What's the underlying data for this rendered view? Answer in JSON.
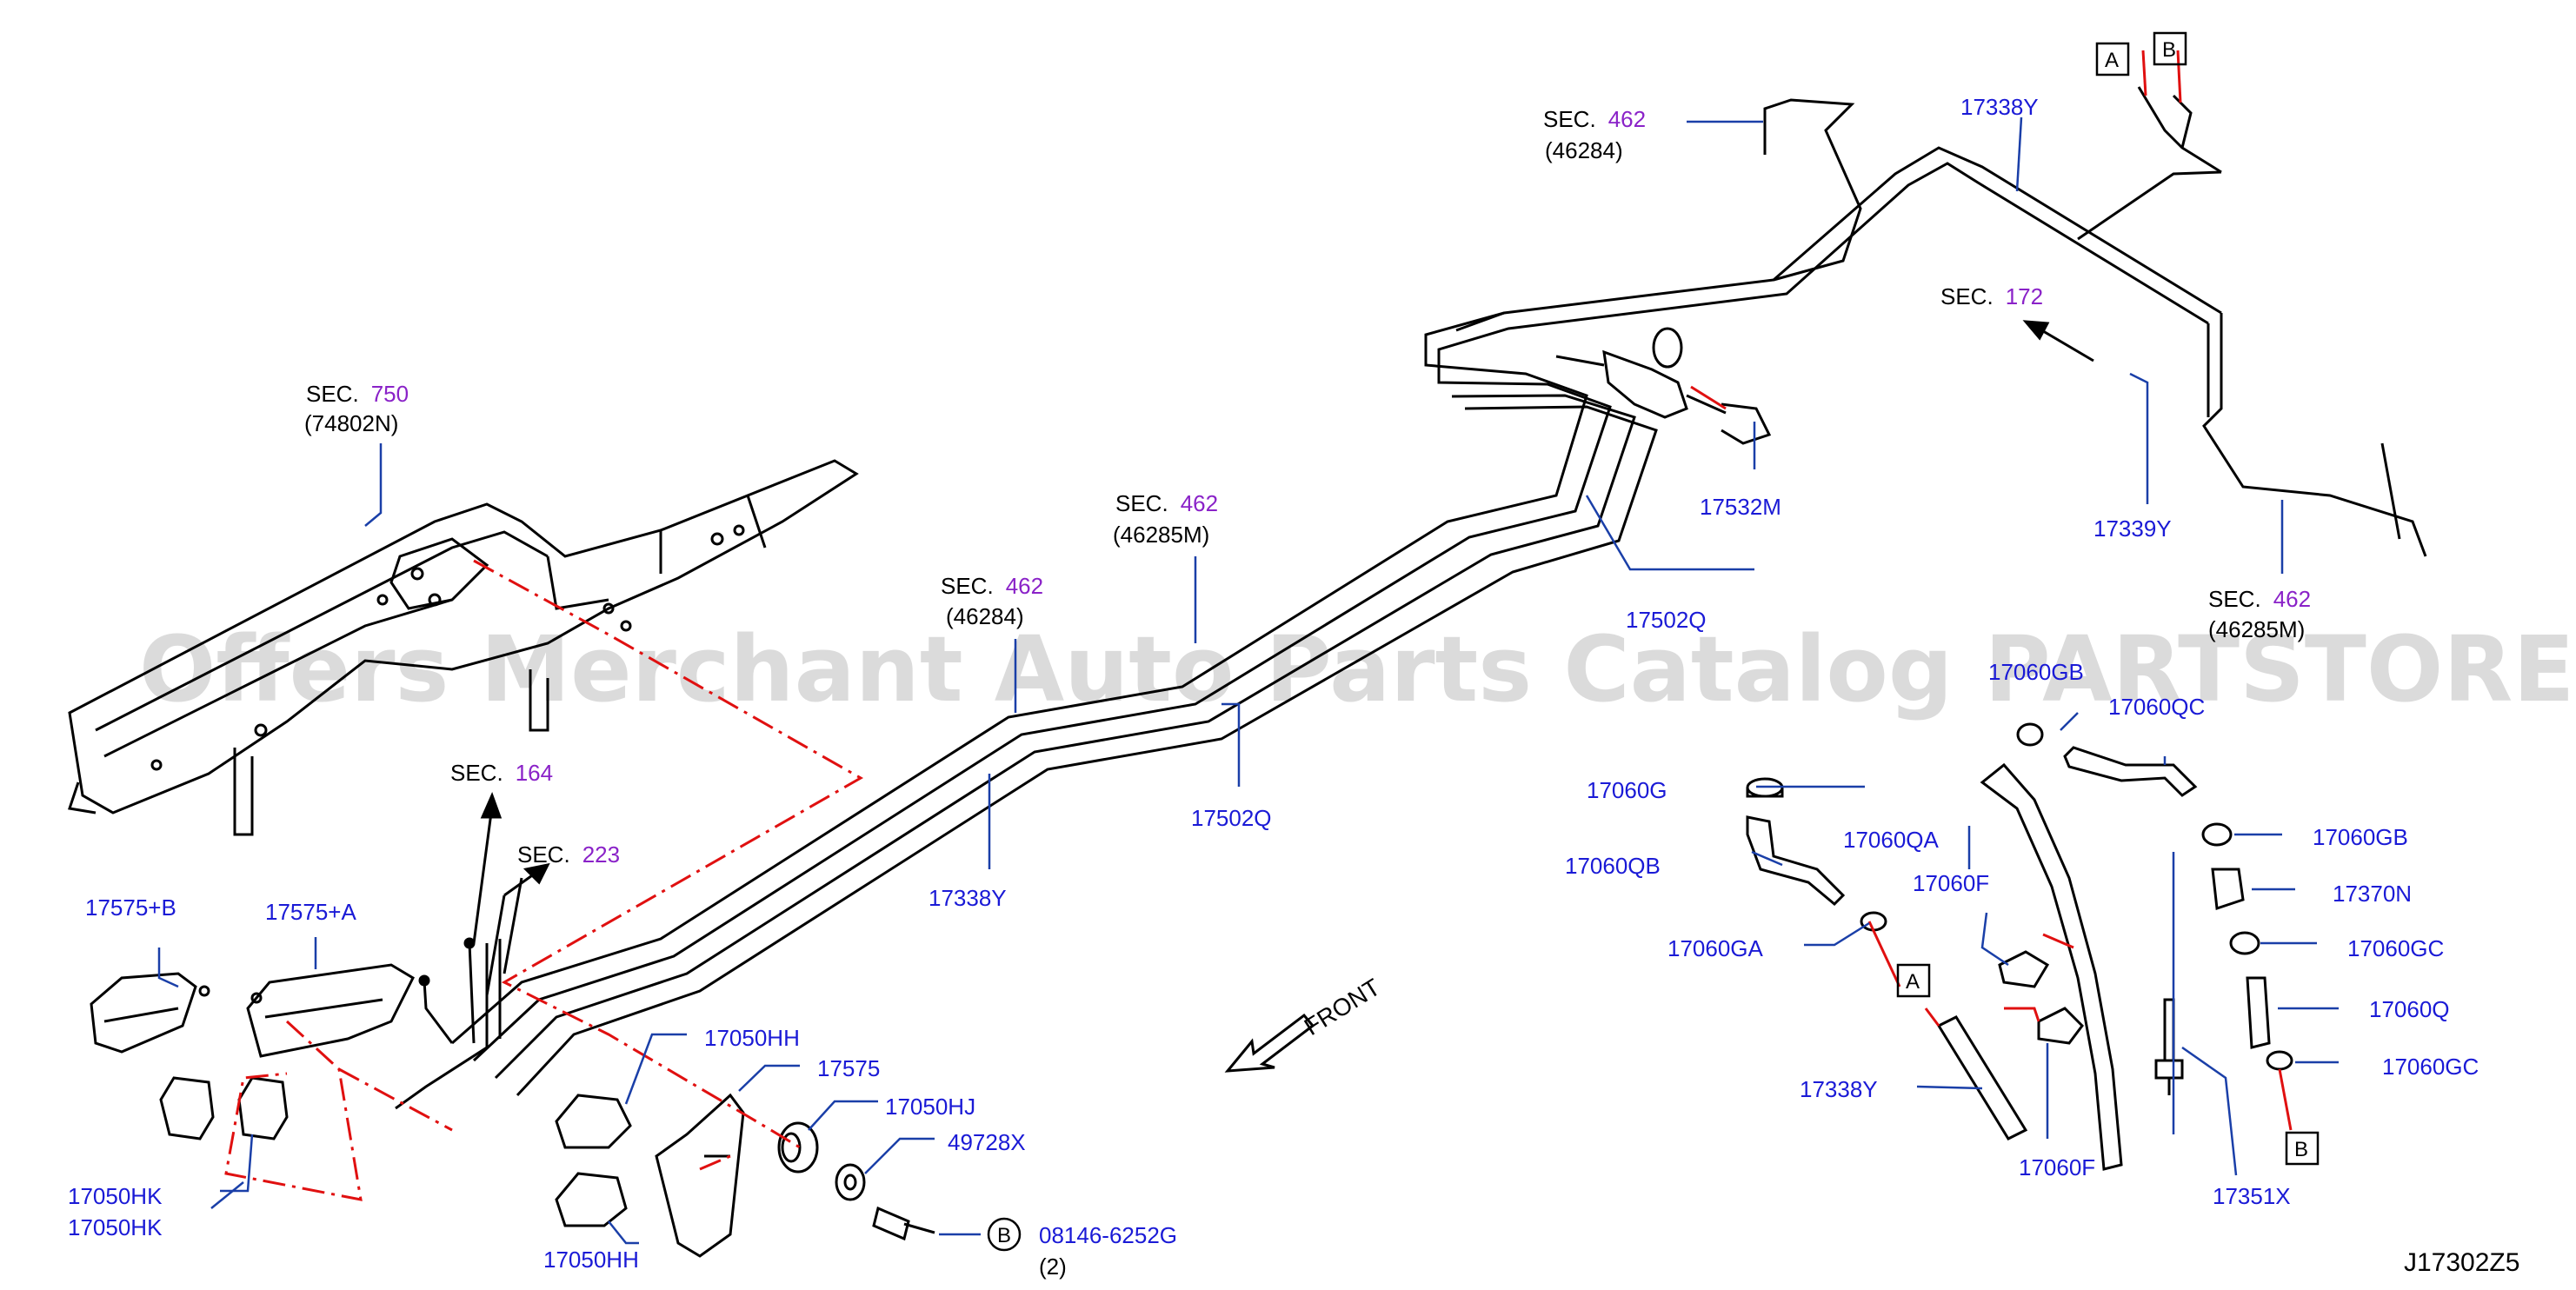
{
  "diagram_code": "J17302Z5",
  "watermark": "Offers Merchant Auto Parts Catalog PARTSTORE.SA",
  "front_label": "FRONT",
  "colors": {
    "part_number": "#1a1ad6",
    "section_number": "#8a22c8",
    "leader_line": "#1a3fa8",
    "reference_line": "#e01010",
    "drawing": "#000000"
  },
  "section_refs": [
    {
      "sec": "SEC.",
      "num": "750",
      "sub": "(74802N)"
    },
    {
      "sec": "SEC.",
      "num": "462",
      "sub": "(46284)"
    },
    {
      "sec": "SEC.",
      "num": "462",
      "sub": "(46285M)"
    },
    {
      "sec": "SEC.",
      "num": "462",
      "sub": "(46284)"
    },
    {
      "sec": "SEC.",
      "num": "164",
      "sub": ""
    },
    {
      "sec": "SEC.",
      "num": "223",
      "sub": ""
    },
    {
      "sec": "SEC.",
      "num": "172",
      "sub": ""
    },
    {
      "sec": "SEC.",
      "num": "462",
      "sub": "(46285M)"
    }
  ],
  "part_labels": [
    "17338Y",
    "17532M",
    "17502Q",
    "17339Y",
    "17338Y",
    "17502Q",
    "17575+B",
    "17575+A",
    "17050HK",
    "17050HK",
    "17050HH",
    "17575",
    "17050HJ",
    "49728X",
    "08146-6252G",
    "(2)",
    "17050HH",
    "17060GB",
    "17060QC",
    "17060G",
    "17060QB",
    "17060GA",
    "17060QA",
    "17060F",
    "17338Y",
    "17060F",
    "17060GB",
    "17370N",
    "17060GC",
    "17060Q",
    "17060GC",
    "17351X"
  ],
  "callouts": [
    "A",
    "B",
    "A",
    "B",
    "B"
  ]
}
